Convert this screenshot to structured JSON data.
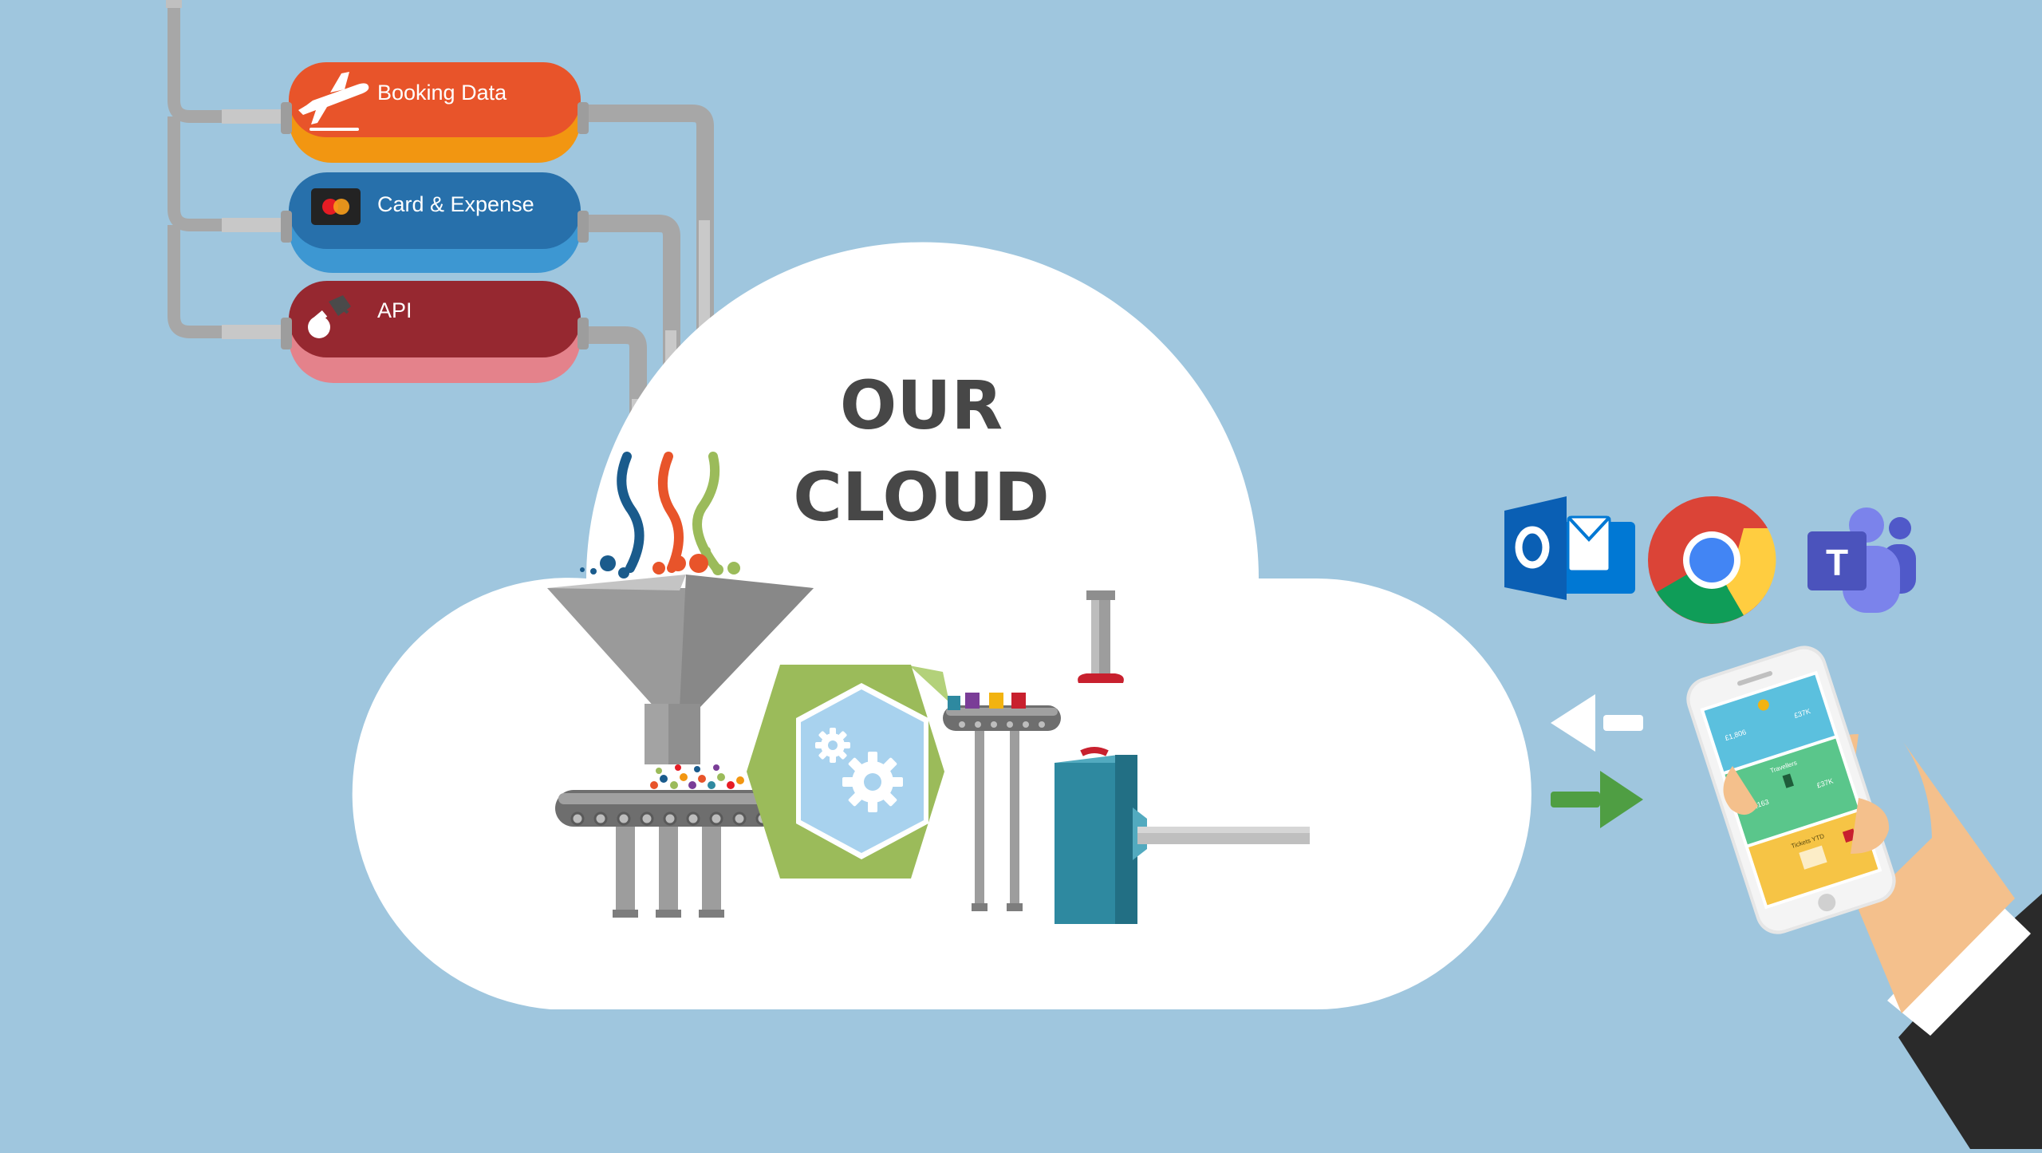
{
  "sources": [
    {
      "label": "Booking Data",
      "icon": "airplane-takeoff-icon",
      "top": "#e8542a",
      "bottom": "#f29611"
    },
    {
      "label": "Card & Expense",
      "icon": "credit-card-icon",
      "top": "#2770ab",
      "bottom": "#3d97d2"
    },
    {
      "label": "API",
      "icon": "plug-icon",
      "top": "#962830",
      "bottom": "#e4828b"
    }
  ],
  "cloud": {
    "line1": "OUR",
    "line2": "CLOUD"
  },
  "apps": [
    "outlook-icon",
    "chrome-icon",
    "teams-icon"
  ],
  "phone": {
    "card1": {
      "left": "£1,806",
      "right": "£37K"
    },
    "card2": {
      "title": "Travellers",
      "left": "£8,163",
      "right": "£37K"
    },
    "card3": {
      "title": "Tickets YTD"
    }
  },
  "colors": {
    "background": "#9fc6de",
    "cloud": "#ffffff",
    "machine_green": "#9bbb5a",
    "machine_teal": "#2e89a0",
    "arrow_green": "#4f9e43"
  }
}
